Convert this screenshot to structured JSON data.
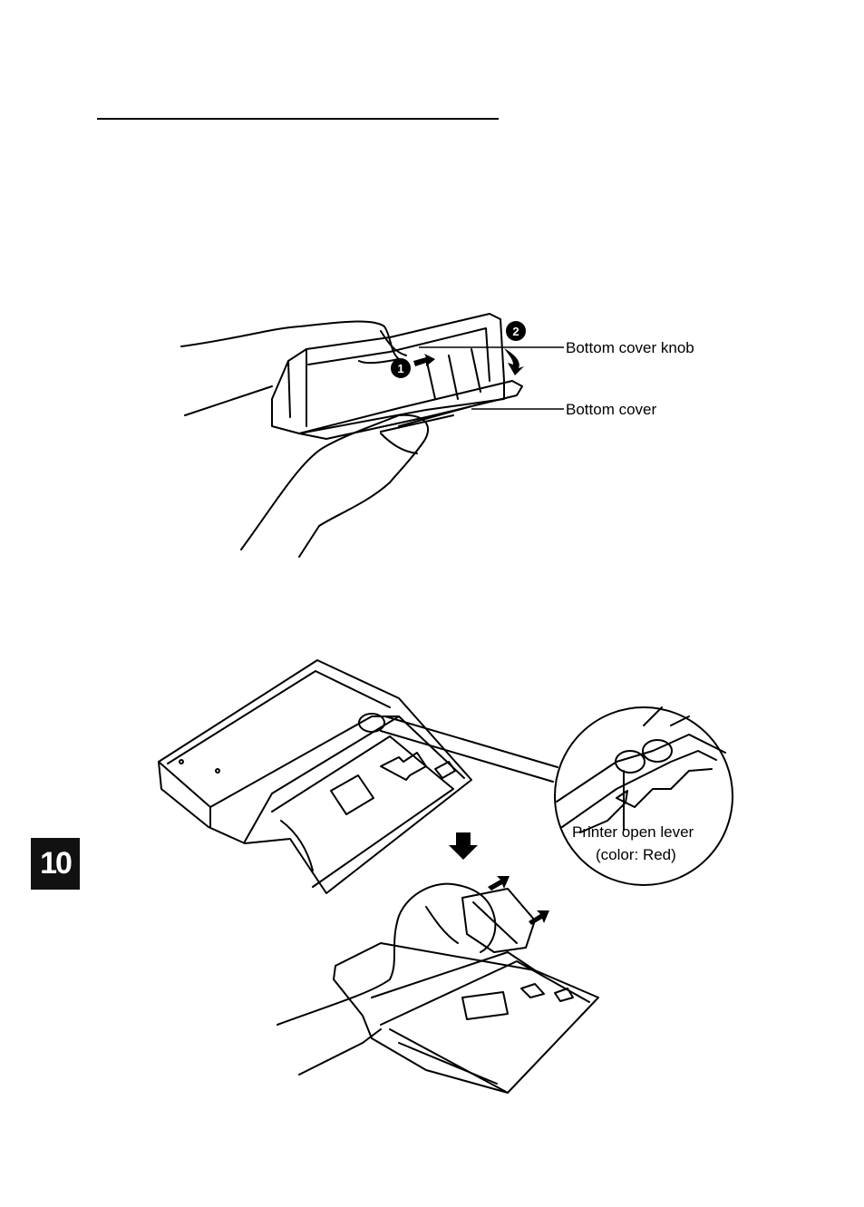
{
  "figure1": {
    "labels": {
      "knob": "Bottom cover knob",
      "cover": "Bottom cover"
    },
    "step_markers": [
      "1",
      "2"
    ]
  },
  "figure2": {
    "labels": {
      "lever_line1": "Printer open lever",
      "lever_line2": "(color:  Red)"
    }
  },
  "chapter_tab": "10"
}
